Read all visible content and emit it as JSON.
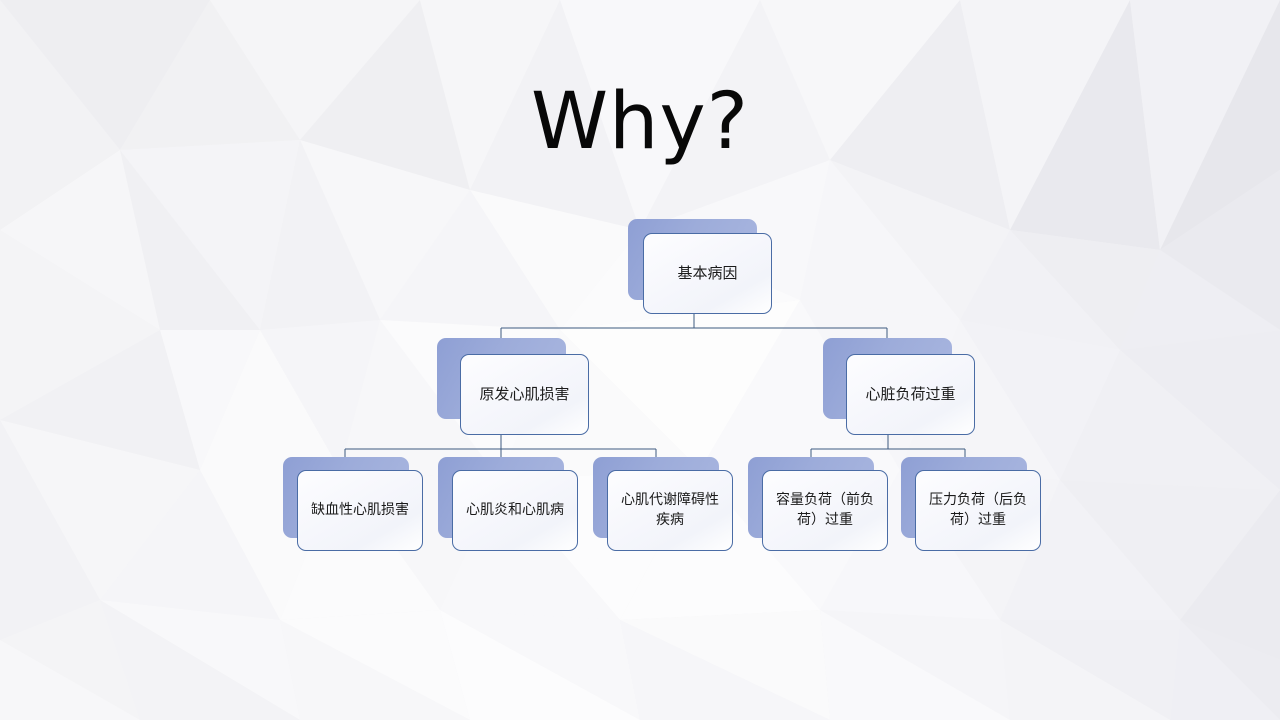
{
  "slide": {
    "title": "Why?",
    "background_style": "low-poly-light-gray",
    "colors": {
      "title_text": "#080808",
      "node_shadow": "#9dacda",
      "node_border": "#4a6ca5",
      "node_fill": "#f7f8fc",
      "connector_line": "#3d5a80",
      "background_light": "#fafafa",
      "background_dark": "#eaeaee"
    }
  },
  "diagram": {
    "type": "org-chart",
    "root": {
      "id": "root",
      "label": "基本病因"
    },
    "level2": [
      {
        "id": "l2-left",
        "label": "原发心肌损害"
      },
      {
        "id": "l2-right",
        "label": "心脏负荷过重"
      }
    ],
    "level3": [
      {
        "id": "l3-1",
        "label": "缺血性心肌损害",
        "parent": "l2-left"
      },
      {
        "id": "l3-2",
        "label": "心肌炎和心肌病",
        "parent": "l2-left"
      },
      {
        "id": "l3-3",
        "label": "心肌代谢障碍性疾病",
        "parent": "l2-left"
      },
      {
        "id": "l3-4",
        "label": "容量负荷（前负荷）过重",
        "parent": "l2-right"
      },
      {
        "id": "l3-5",
        "label": "压力负荷（后负荷）过重",
        "parent": "l2-right"
      }
    ]
  }
}
